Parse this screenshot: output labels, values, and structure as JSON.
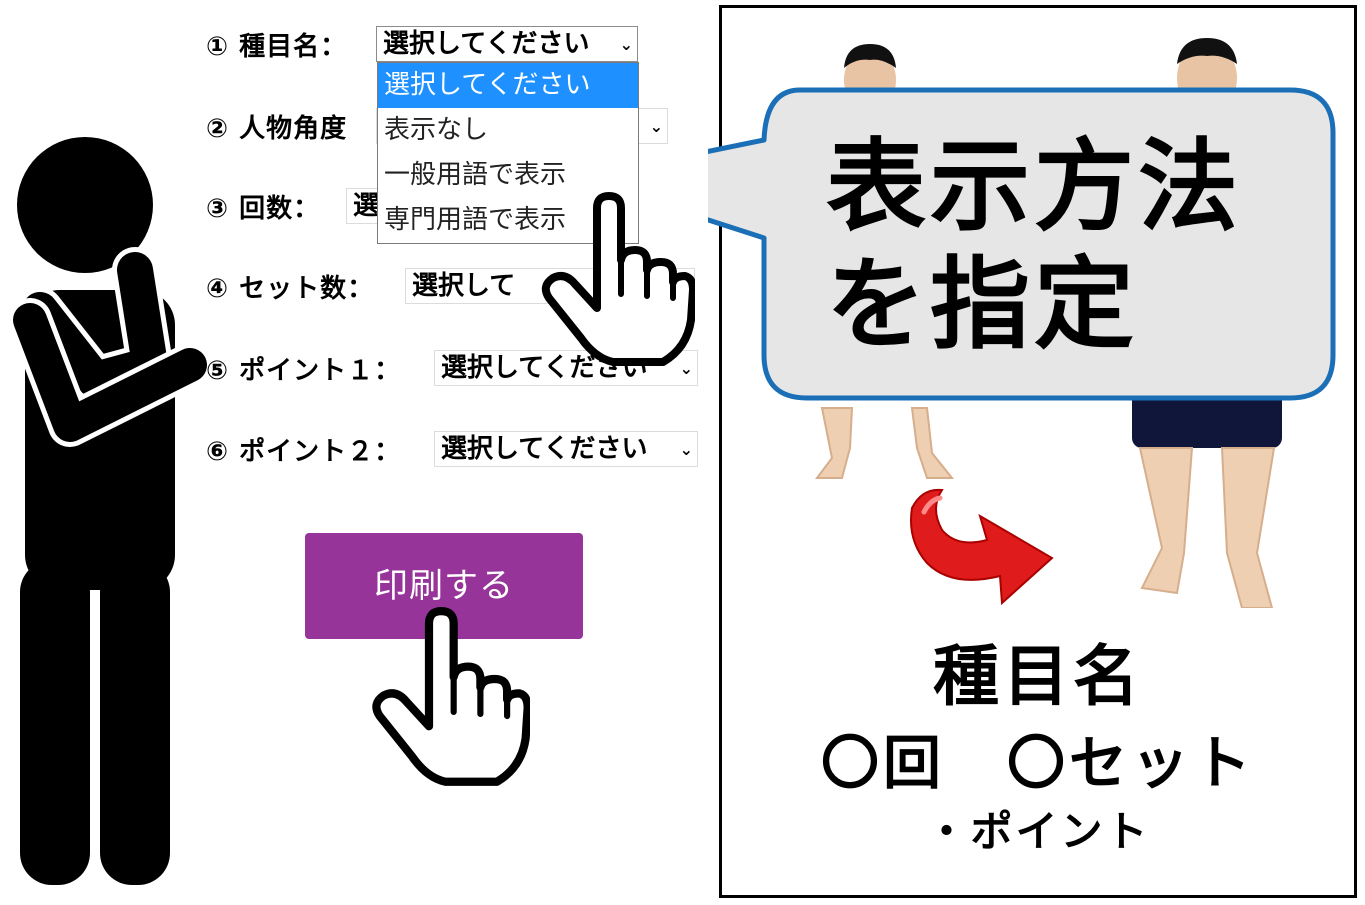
{
  "form": {
    "rows": [
      {
        "label": "① 種目名：",
        "value": "選択してください"
      },
      {
        "label": "② 人物角度",
        "value": ""
      },
      {
        "label": "③ 回数：",
        "value": "選"
      },
      {
        "label": "④ セット数：",
        "value": "選択して"
      },
      {
        "label": "⑤ ポイント１：",
        "value": "選択してください"
      },
      {
        "label": "⑥ ポイント２：",
        "value": "選択してください"
      }
    ],
    "dropdown_options": [
      "選択してください",
      "表示なし",
      "一般用語で表示",
      "専門用語で表示"
    ],
    "selected_option_index": 0,
    "print_button_label": "印刷する"
  },
  "callout": {
    "line1": "表示方法",
    "line2": "を指定"
  },
  "preview": {
    "title": "種目名",
    "count_line": "〇回　〇セット",
    "point_line": "・ポイント"
  },
  "colors": {
    "print_button": "#97349a",
    "dropdown_selected": "#1e90ff",
    "callout_fill": "#e6e6e6",
    "callout_border": "#1a6fb6",
    "arrow": "#e01b1b"
  },
  "icons": [
    "person-thinking-icon",
    "pointing-hand-icon",
    "chevron-down-icon",
    "curved-arrow-icon"
  ]
}
